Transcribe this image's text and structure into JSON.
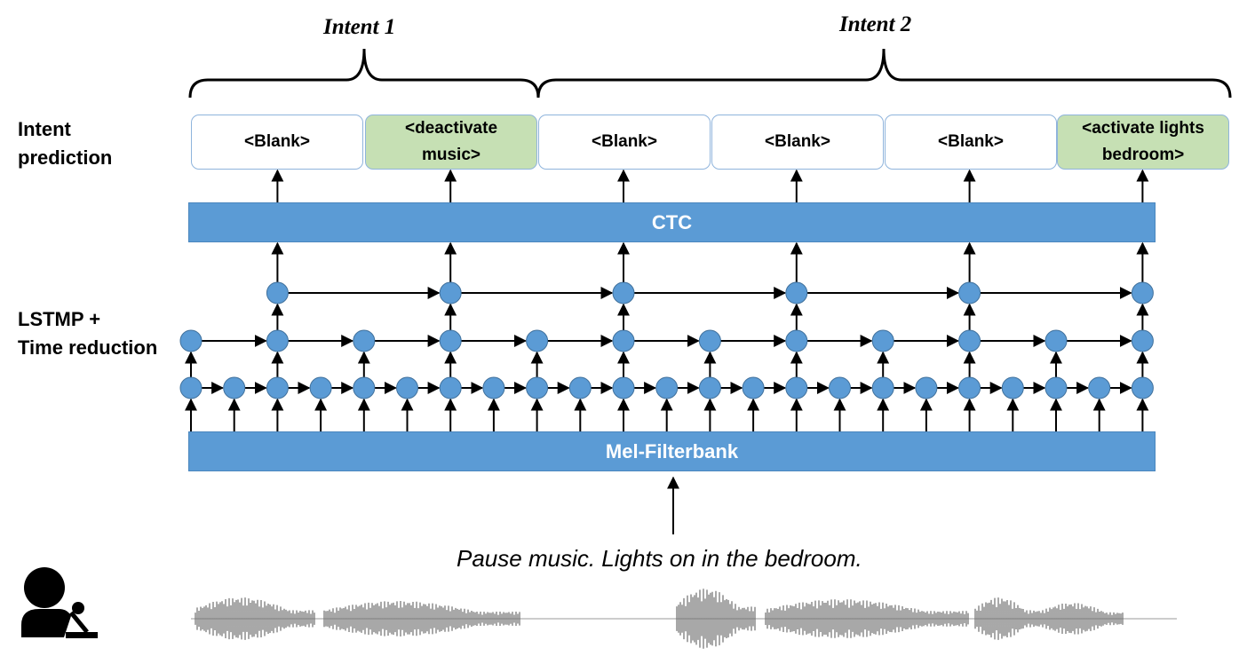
{
  "intents": [
    {
      "label": "Intent 1"
    },
    {
      "label": "Intent 2"
    }
  ],
  "row_labels": {
    "intent_prediction": "Intent\nprediction",
    "lstmp": "LSTMP +\nTime reduction"
  },
  "predictions": [
    {
      "label": "<Blank>",
      "active": false
    },
    {
      "label": "<deactivate\nmusic>",
      "active": true
    },
    {
      "label": "<Blank>",
      "active": false
    },
    {
      "label": "<Blank>",
      "active": false
    },
    {
      "label": "<Blank>",
      "active": false
    },
    {
      "label": "<activate lights\nbedroom>",
      "active": true
    }
  ],
  "ctc_label": "CTC",
  "filterbank_label": "Mel-Filterbank",
  "utterance": "Pause music. Lights on in the bedroom.",
  "icons": {
    "speaker": "speaker-microphone-icon",
    "waveform": "audio-waveform"
  },
  "colors": {
    "node": "#5b9bd5",
    "bar": "#5b9bd5",
    "active_box": "#c6e0b4",
    "box_border": "#8fb4dc"
  }
}
